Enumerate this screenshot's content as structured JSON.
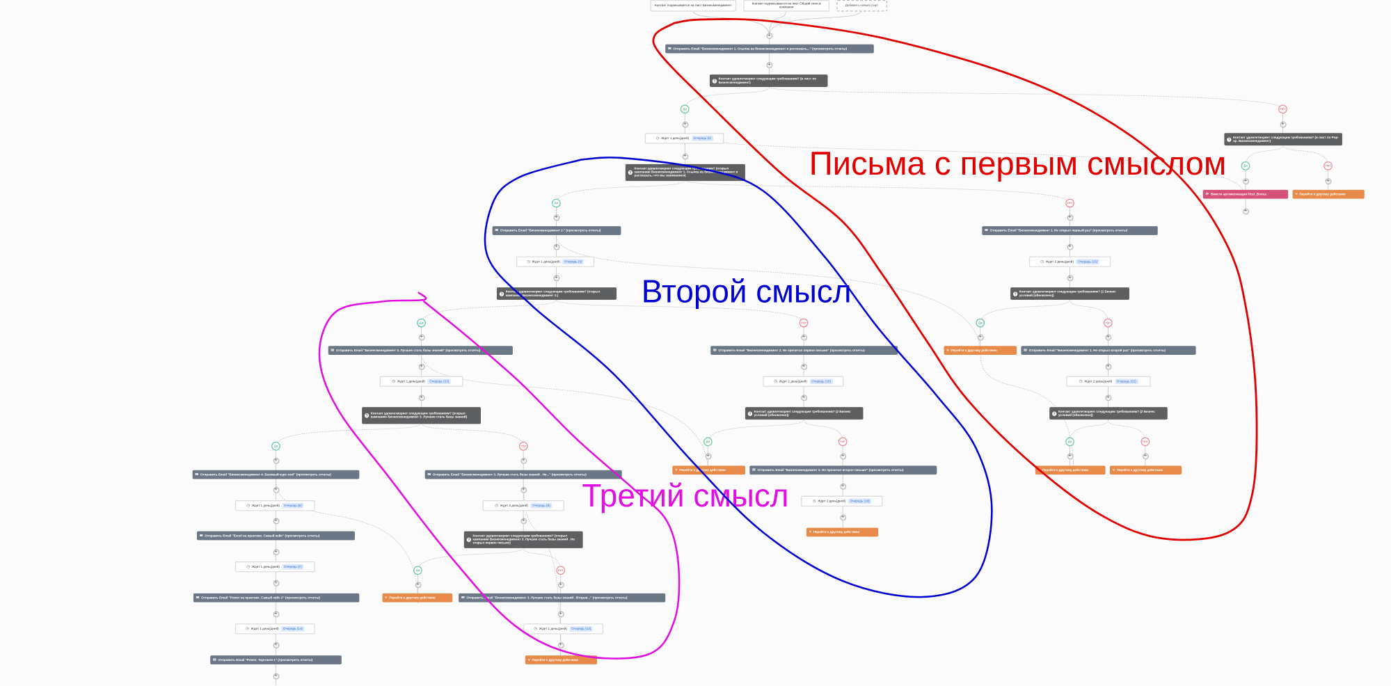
{
  "branch": {
    "yes": "Да",
    "no": "Нет"
  },
  "annotations": {
    "first": {
      "text": "Письма с первым смыслом",
      "color": "#e00000"
    },
    "second": {
      "text": "Второй смысл",
      "color": "#0000d0"
    },
    "third": {
      "text": "Третий смысл",
      "color": "#e010e0"
    }
  },
  "colors": {
    "email": "#6b7785",
    "condition": "#5e5f61",
    "goto": "#e88b4a",
    "automation": "#d6517a",
    "queue": "#3b6fc4"
  },
  "nodes": [
    {
      "type": "start",
      "label": "Контакт подписывается на лист Бизнесменеджмент"
    },
    {
      "type": "start",
      "label": "Контакт подписывается на лист Общий список компании"
    },
    {
      "type": "start-new",
      "label": "Добавить новый старт"
    },
    {
      "type": "email",
      "label": "Отправить Email \"Бизнесменеджмент 1. Ссылка на бизнесменеджмент и рассказать...\" (просмотреть отчеты)"
    },
    {
      "type": "cond",
      "label": "Контакт удовлетворяет следующим требованиям? (в лист по Бизнесменеджмент)"
    },
    {
      "type": "wait",
      "label": "Ждет 1 день(дней)",
      "queue": "Очередь (8)"
    },
    {
      "type": "cond",
      "label": "Контакт удовлетворяет следующим требованиям? (открыл кампанию Бизнесменеджмент 1. Ссылка на бизнесменеджмент и рассказать, что мы занимаемся)"
    },
    {
      "type": "cond",
      "label": "Контакт удовлетворяет следующим требованиям? (в лист по Pop-ap. Бизнесменеджмент)"
    },
    {
      "type": "automation",
      "label": "Вместе автоматизация First_Bonus"
    },
    {
      "type": "goto",
      "label": "Перейти к другому действию"
    },
    {
      "type": "email",
      "label": "Отправить Email \"Бизнесменеджмент 2.\" (просмотреть отчеты)"
    },
    {
      "type": "wait",
      "label": "Ждет 1 день(дней)",
      "queue": "Очередь (9)"
    },
    {
      "type": "cond",
      "label": "Контакт удовлетворяет следующим требованиям? (открыл кампанию Бизнесменеджмент 2.)"
    },
    {
      "type": "email",
      "label": "Отправить Email \"Бизнесменеджмент 1. Не открыл первый раз\" (просмотреть отчеты)"
    },
    {
      "type": "wait",
      "label": "Ждет 2 день(дней)",
      "queue": "Очередь (15)"
    },
    {
      "type": "cond",
      "label": "Контакт удовлетворяет следующим требованиям? (2 Бизнес условий (обновлено))"
    },
    {
      "type": "goto",
      "label": "Перейти к другому действию"
    },
    {
      "type": "email",
      "label": "Отправить Email \"Бизнесменеджмент 1. Не открыл второй раз\" (просмотреть отчеты)"
    },
    {
      "type": "wait",
      "label": "Ждет 2 день(дней)",
      "queue": "Очередь (22)"
    },
    {
      "type": "cond",
      "label": "Контакт удовлетворяет следующим требованиям? (2 Бизнес условий (обновлено))"
    },
    {
      "type": "goto",
      "label": "Перейти к другому действию"
    },
    {
      "type": "goto",
      "label": "Перейти к другому действию"
    },
    {
      "type": "email",
      "label": "Отправить Email \"Бизнесменеджмент 3. Лучшие стать базы знаний\" (просмотреть отчеты)"
    },
    {
      "type": "wait",
      "label": "Ждет 1 день(дней)",
      "queue": "Очередь (13)"
    },
    {
      "type": "cond",
      "label": "Контакт удовлетворяет следующим требованиям? (открыл кампанию Бизнесменеджмент 3. Лучшие стать базы знаний)"
    },
    {
      "type": "email",
      "label": "Отправить Email \"Бизнесменеджмент 2. Не прочитал первое письмо\" (просмотреть отчеты)"
    },
    {
      "type": "wait",
      "label": "Ждет 2 день(дней)",
      "queue": "Очередь (16)"
    },
    {
      "type": "cond",
      "label": "Контакт удовлетворяет следующим требованиям? (2 Бизнес условий (обновлено))"
    },
    {
      "type": "goto",
      "label": "Перейти к другому действию"
    },
    {
      "type": "email",
      "label": "Отправить Email \"Бизнесменеджмент 2. Не прочитал второе письмо\" (просмотреть отчеты)"
    },
    {
      "type": "wait",
      "label": "Ждет 2 день(дней)",
      "queue": "Очередь (18)"
    },
    {
      "type": "goto",
      "label": "Перейти к другому действию"
    },
    {
      "type": "email",
      "label": "Отправить Email \"Бизнесменеджмент 4. Базовый курс exel\" (просмотреть отчеты)"
    },
    {
      "type": "wait",
      "label": "Ждет 1 день(дней)",
      "queue": "Очередь (6)"
    },
    {
      "type": "email",
      "label": "Отправить Email \"Excel на практике. Самый кейс\" (просмотреть отчеты)"
    },
    {
      "type": "wait",
      "label": "Ждет 1 день(дней)",
      "queue": "Очередь (7)"
    },
    {
      "type": "email",
      "label": "Отправить Email \"Power на практике. Самый кейс 2\" (просмотреть отчеты)"
    },
    {
      "type": "wait",
      "label": "Ждет 1 день(дней)",
      "queue": "Очередь (14)"
    },
    {
      "type": "email",
      "label": "Отправить Email \"Power. Торговля 1\" (просмотреть отчеты)"
    },
    {
      "type": "email",
      "label": "Отправить Email \"Бизнесменеджмент 3. Лучшие стать базы знаний . Не...\" (просмотреть отчеты)"
    },
    {
      "type": "wait",
      "label": "Ждет 2 день(дней)",
      "queue": "Очередь (9)"
    },
    {
      "type": "cond",
      "label": "Контакт удовлетворяет следующим требованиям? (открыл кампанию Бизнесменеджмент 3. Лучшие стать базы знаний . Не открыл первое письмо)"
    },
    {
      "type": "goto",
      "label": "Перейти к другому действию"
    },
    {
      "type": "email",
      "label": "Отправить Email \"Бизнесменеджмент 3. Лучшие стать базы знаний . Вторая...\" (просмотреть отчеты)"
    },
    {
      "type": "wait",
      "label": "Ждет 1 день(дней)",
      "queue": "Очередь (13)"
    },
    {
      "type": "goto",
      "label": "Перейти к другому действию"
    }
  ]
}
